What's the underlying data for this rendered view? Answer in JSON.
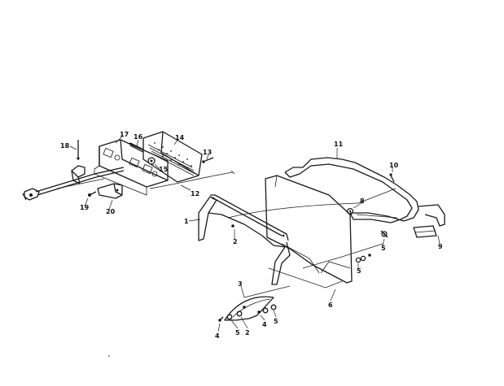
{
  "diagram": {
    "callouts": {
      "c1": "1",
      "c2a": "2",
      "c2b": "2",
      "c3": "3",
      "c4a": "4",
      "c4b": "4",
      "c5a": "5",
      "c5b": "5",
      "c5c": "5",
      "c6": "6",
      "c8": "8",
      "c9": "9",
      "c10": "10",
      "c11": "11",
      "c12": "12",
      "c13": "13",
      "c14": "14",
      "c15": "15",
      "c16": "16",
      "c17": "17",
      "c18": "18",
      "c19": "19",
      "c20": "20"
    }
  }
}
